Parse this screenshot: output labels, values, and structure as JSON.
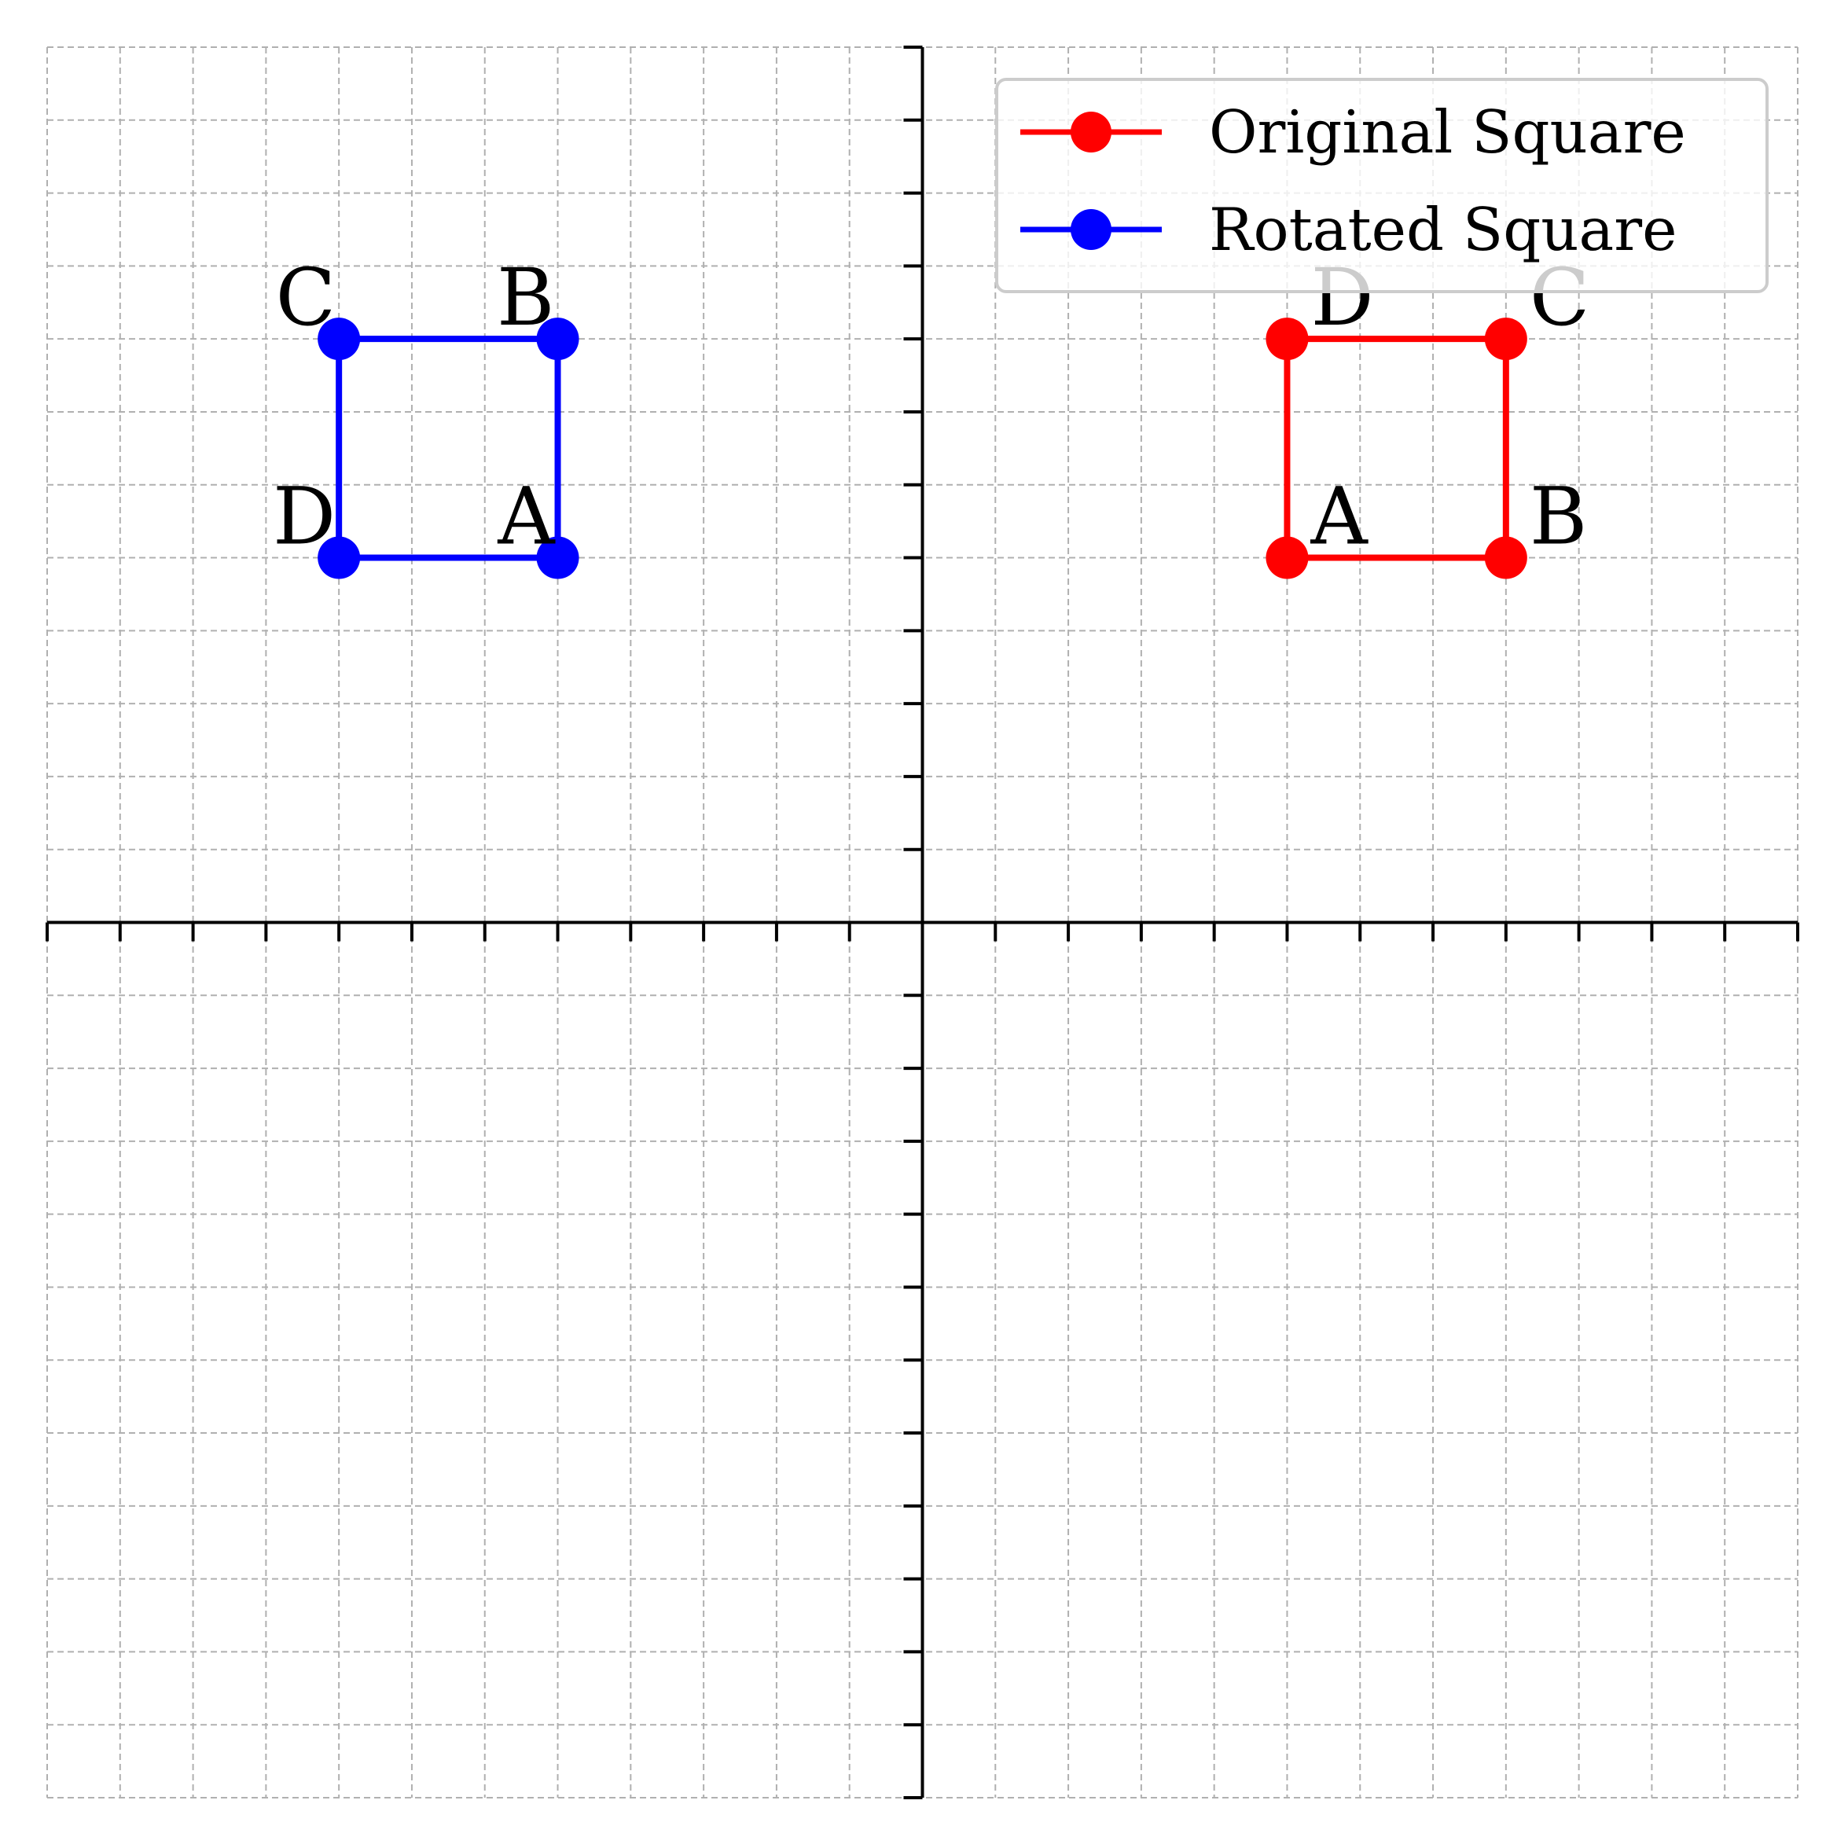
{
  "chart_data": {
    "type": "line",
    "xlim": [
      -12,
      12
    ],
    "ylim": [
      -12,
      12
    ],
    "grid": true,
    "tick_labels": "none",
    "legend_placement": "top-right",
    "series": [
      {
        "name": "Original Square",
        "color": "#ff0000",
        "marker": "circle",
        "points": [
          {
            "label": "A",
            "x": 5,
            "y": 5
          },
          {
            "label": "B",
            "x": 8,
            "y": 5
          },
          {
            "label": "C",
            "x": 8,
            "y": 8
          },
          {
            "label": "D",
            "x": 5,
            "y": 8
          }
        ]
      },
      {
        "name": "Rotated Square",
        "color": "#0000ff",
        "marker": "circle",
        "points": [
          {
            "label": "A",
            "x": -5,
            "y": 5
          },
          {
            "label": "B",
            "x": -5,
            "y": 8
          },
          {
            "label": "C",
            "x": -8,
            "y": 8
          },
          {
            "label": "D",
            "x": -8,
            "y": 5
          }
        ]
      }
    ]
  }
}
